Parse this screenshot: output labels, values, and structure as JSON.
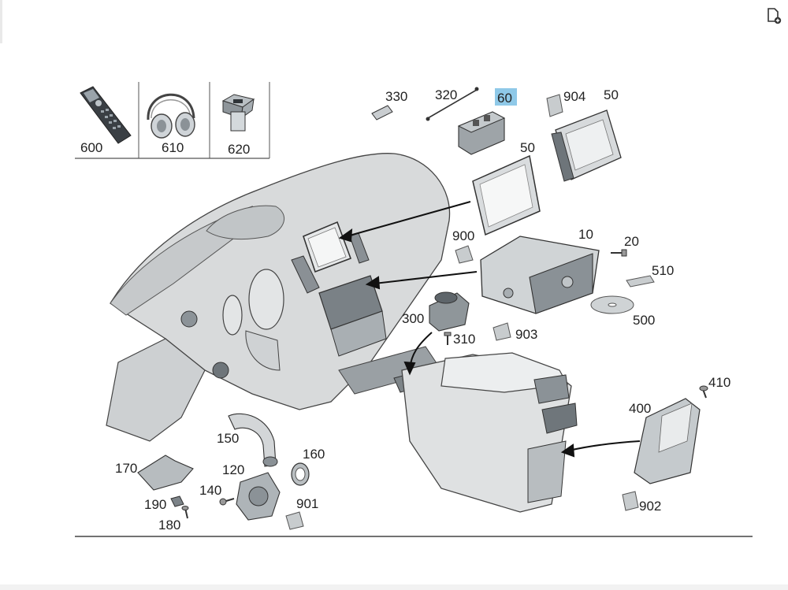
{
  "toolbar": {
    "icon": "document-settings-icon"
  },
  "accessories": [
    {
      "num": "600",
      "icon": "remote-control-icon"
    },
    {
      "num": "610",
      "icon": "headphones-icon"
    },
    {
      "num": "620",
      "icon": "usb-socket-icon"
    }
  ],
  "callouts": {
    "p330": "330",
    "p320": "320",
    "p60": "60",
    "p904": "904",
    "p50a": "50",
    "p50b": "50",
    "p900": "900",
    "p10": "10",
    "p20": "20",
    "p510": "510",
    "p500": "500",
    "p300": "300",
    "p310": "310",
    "p903": "903",
    "p410": "410",
    "p400": "400",
    "p902": "902",
    "p150": "150",
    "p160": "160",
    "p170": "170",
    "p120": "120",
    "p140": "140",
    "p190": "190",
    "p180": "180",
    "p901": "901"
  },
  "highlight": {
    "part": "60",
    "color": "#8fc9e8"
  }
}
